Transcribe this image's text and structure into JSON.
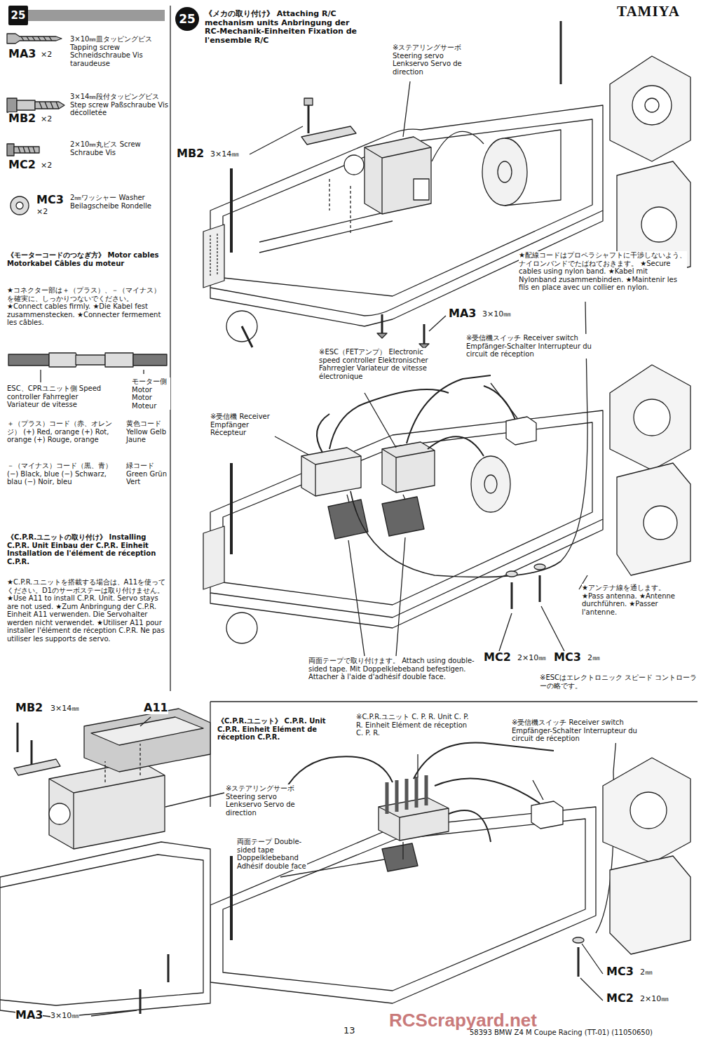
{
  "diagram": {
    "nodes": [
      {
        "text": [
          "25"
        ]
      },
      {
        "text": [
          "25"
        ]
      }
    ],
    "labels": [
      "TAMIYA",
      "3×10㎜皿タッピングビス Tapping screw Schneidschraube Vis taraudeuse",
      "MA3",
      "×2",
      "3×14㎜段付タッピングビス Step screw Paßschraube Vis décolletée",
      "MB2",
      "×2",
      "2×10㎜丸ビス Screw Schraube Vis",
      "MC2",
      "×2",
      "2㎜ワッシャー Washer Beilagscheibe Rondelle",
      "MC3",
      "×2",
      "《モーターコードのつなぎ方》 Motor cables Motorkabel Câbles du moteur",
      "★コネクター部は＋（プラス）、－（マイナス）を確実に、しっかりつないでください。 ★Connect cables firmly. ★Die Kabel fest zusammenstecken. ★Connecter fermement les câbles.",
      "ESC、CPRユニット側 Speed controller Fahrregler Variateur de vitesse",
      "モーター側 Motor Motor Moteur",
      "＋（プラス）コード（赤、オレンジ） (+) Red, orange (+) Rot, orange (+) Rouge, orange",
      "黄色コード Yellow Gelb Jaune",
      "－（マイナス）コード（黒、青） (−) Black, blue (−) Schwarz, blau (−) Noir, bleu",
      "緑コード Green Grün Vert",
      "《C.P.R.ユニットの取り付け》 Installing C.P.R. Unit Einbau der C.P.R. Einheit Installation de l'élément de réception C.P.R.",
      "★C.P.R.ユニットを搭載する場合は、A11を使ってください。D1のサーボステーは取り付けません。 ★Use A11 to install C.P.R. Unit. Servo stays are not used. ★Zum Anbringung der C.P.R. Einheit A11 verwenden. Die Servohalter werden nicht verwendet. ★Utiliser A11 pour installer l'élément de réception C.P.R. Ne pas utiliser les supports de servo.",
      "MB2",
      "3×14㎜",
      "A11",
      "※ステアリングサーボ Steering servo Lenkservo Servo de direction",
      "MA3",
      "3×10㎜",
      "《メカの取り付け》 Attaching R/C mechanism units Anbringung der RC-Mechanik-Einheiten Fixation de l'ensemble R/C",
      "※ステアリングサーボ Steering servo Lenkservo Servo de direction",
      "MB2",
      "3×14㎜",
      "MA3",
      "3×10㎜",
      "★配線コードはプロペラシャフトに干渉しないよう、ナイロンバンドでたばねておきます。 ★Secure cables using nylon band. ★Kabel mit Nylonband zusammenbinden. ★Maintenir les fils en place avec un collier en nylon.",
      "※ESC（FETアンプ） Electronic speed controller Elektronischer Fahrregler Variateur de vitesse électronique",
      "※受信機 Receiver Empfänger Récepteur",
      "※受信機スイッチ Receiver switch Empfänger-Schalter Interrupteur du circuit de réception",
      "★アンテナ線を通します。 ★Pass antenna. ★Antenne durchführen. ★Passer l'antenne.",
      "両面テープで取り付けます。 Attach using double-sided tape. Mit Doppelklebeband befestigen. Attacher à l'aide d'adhésif double face.",
      "MC2",
      "2×10㎜",
      "MC3",
      "2㎜",
      "※ESCはエレクトロニック スピード コントローラーの略です。",
      "《C.P.R.ユニット》 C.P.R. Unit C.P.R. Einheit Elément de réception C.P.R.",
      "※C.P.R.ユニット C. P. R. Unit C. P. R. Einheit Elément de réception C. P. R.",
      "※受信機スイッチ Receiver switch Empfänger-Schalter Interrupteur du circuit de réception",
      "両面テープ Double-sided tape Doppelklebeband Adhésif double face",
      "MC3",
      "2㎜",
      "MC2",
      "2×10㎜",
      "13",
      "58393 BMW Z4 M Coupe Racing (TT-01) (11050650)",
      "RCScrapyard.net"
    ]
  }
}
